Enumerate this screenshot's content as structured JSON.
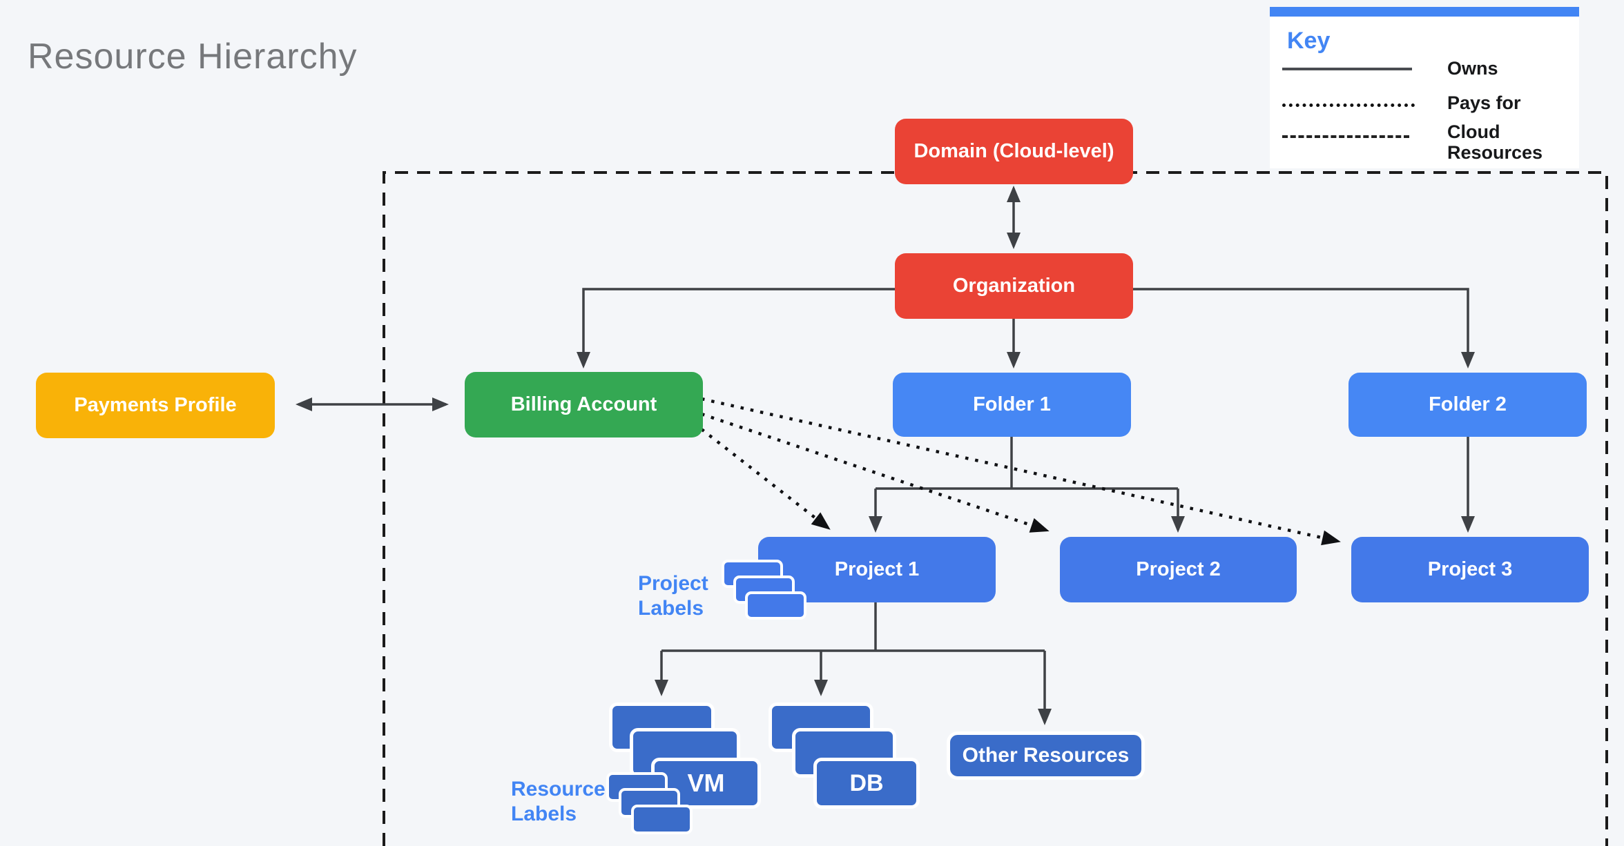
{
  "title": "Resource Hierarchy",
  "legend": {
    "title": "Key",
    "items": [
      {
        "style": "solid",
        "label": "Owns"
      },
      {
        "style": "dotted",
        "label": "Pays for"
      },
      {
        "style": "dashed",
        "label": "Cloud Resources"
      }
    ]
  },
  "nodes": {
    "domain": {
      "label": "Domain (Cloud-level)",
      "color": "#EA4335"
    },
    "organization": {
      "label": "Organization",
      "color": "#EA4335"
    },
    "payments_profile": {
      "label": "Payments Profile",
      "color": "#F9B208"
    },
    "billing_account": {
      "label": "Billing Account",
      "color": "#34A853"
    },
    "folder1": {
      "label": "Folder 1",
      "color": "#4687F4"
    },
    "folder2": {
      "label": "Folder 2",
      "color": "#4687F4"
    },
    "project1": {
      "label": "Project 1",
      "color": "#4379E9"
    },
    "project2": {
      "label": "Project 2",
      "color": "#4379E9"
    },
    "project3": {
      "label": "Project 3",
      "color": "#4379E9"
    },
    "vm": {
      "label": "VM",
      "color": "#3A6CC9"
    },
    "db": {
      "label": "DB",
      "color": "#3A6CC9"
    },
    "other_resources": {
      "label": "Other Resources",
      "color": "#3A6CC9"
    }
  },
  "annotations": {
    "project_labels": {
      "line1": "Project",
      "line2": "Labels"
    },
    "resource_labels": {
      "line1": "Resource",
      "line2": "Labels"
    }
  },
  "colors": {
    "background": "#F4F6F9",
    "connector": "#3E4145",
    "boundary_dash": "#1B1B1B",
    "pays_for_dots": "#101114",
    "accent_blue": "#4285F4",
    "title_gray": "#76787B",
    "label_chip_project": "#4379E9",
    "label_chip_resource": "#3A6CC9"
  }
}
